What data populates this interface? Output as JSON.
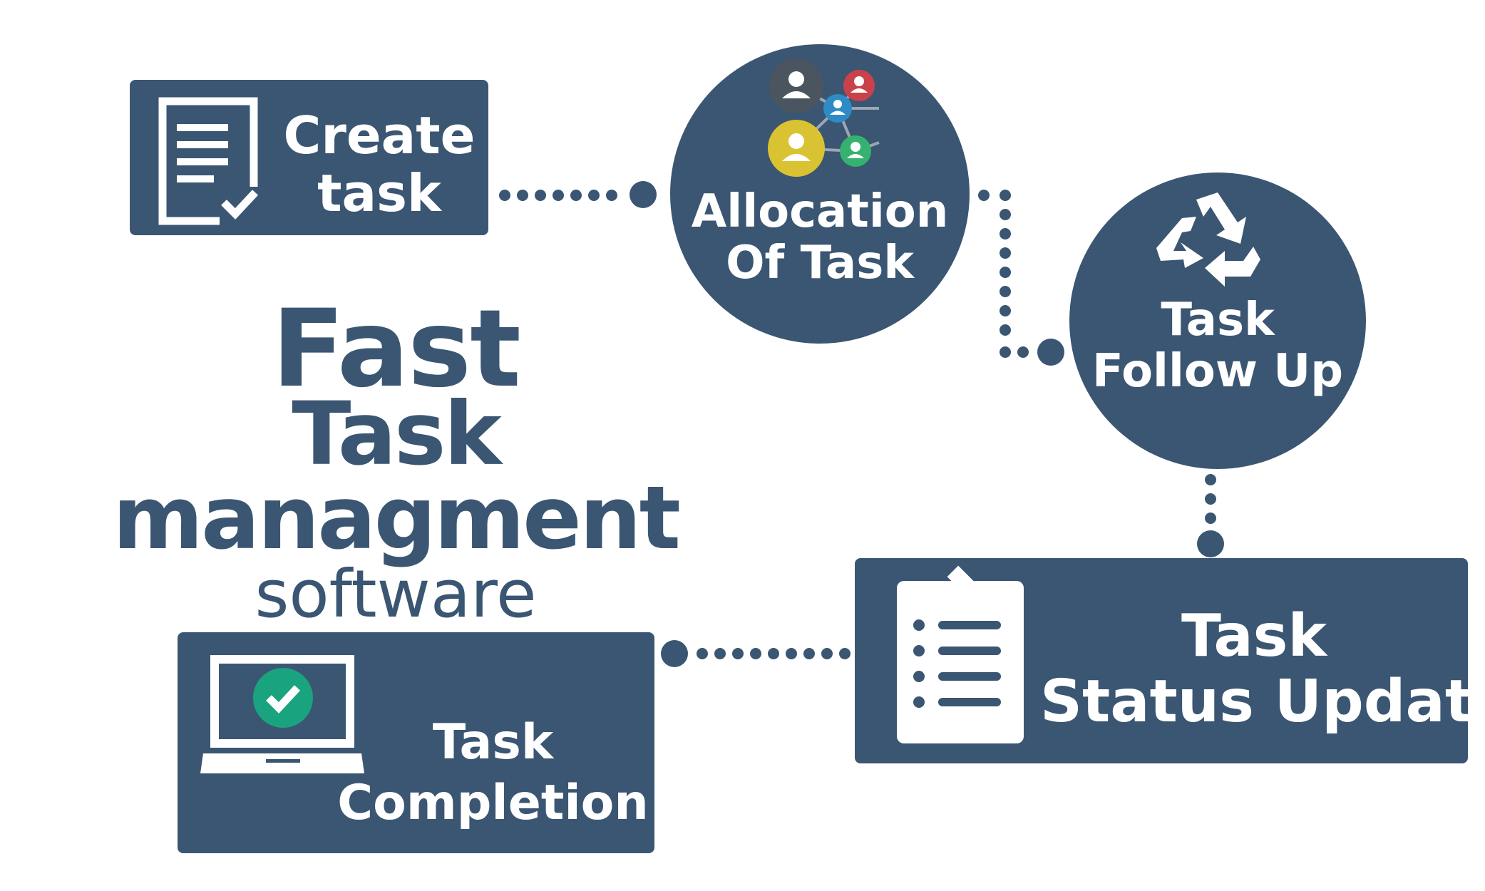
{
  "headline": {
    "line1": "Fast",
    "line2": "Task managment",
    "line3": "software"
  },
  "steps": {
    "create": {
      "line1": "Create",
      "line2": "task",
      "icon": "document-check-icon"
    },
    "allocation": {
      "line1": "Allocation",
      "line2": "Of Task",
      "icon": "people-network-icon"
    },
    "followup": {
      "line1": "Task",
      "line2": "Follow Up",
      "icon": "recycle-arrows-icon"
    },
    "status": {
      "line1": "Task",
      "line2": "Status Update",
      "icon": "clipboard-list-icon"
    },
    "completion": {
      "line1": "Task",
      "line2": "Completion",
      "icon": "laptop-check-icon"
    }
  },
  "colors": {
    "primary": "#3b5672",
    "background": "#ffffff",
    "check_green": "#1aa37f"
  }
}
